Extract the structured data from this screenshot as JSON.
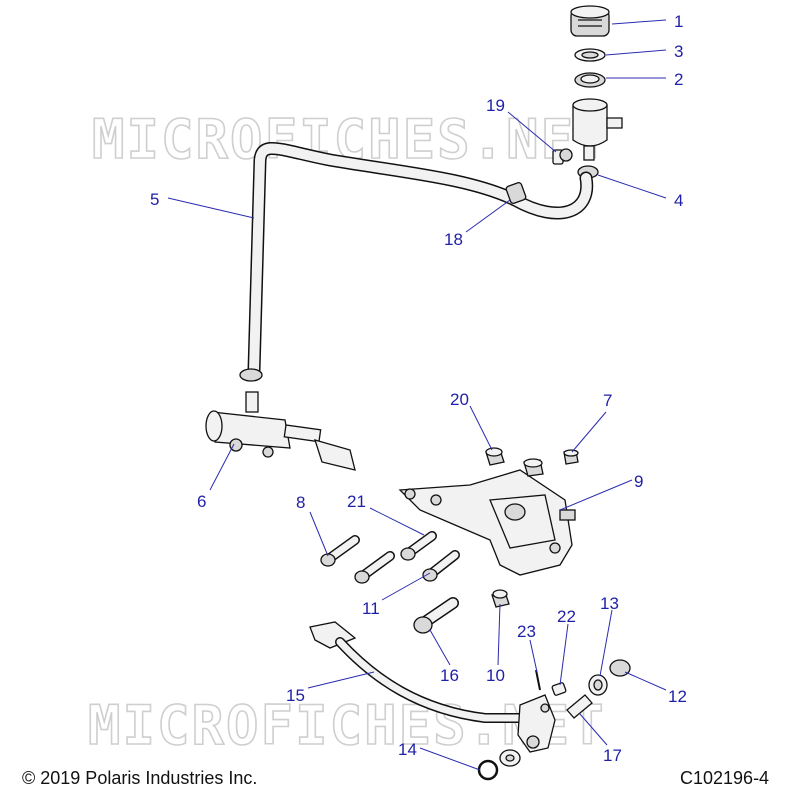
{
  "watermark": "MICROFICHES.NET",
  "copyright": "© 2019 Polaris Industries Inc.",
  "diagram_code": "C102196-4",
  "callouts": [
    "1",
    "2",
    "3",
    "4",
    "5",
    "6",
    "7",
    "8",
    "9",
    "10",
    "11",
    "12",
    "13",
    "14",
    "15",
    "16",
    "17",
    "18",
    "19",
    "20",
    "21",
    "22",
    "23"
  ],
  "colors": {
    "callout": "#1f1fa8",
    "leader": "#2b2bb0",
    "watermark": "#cfcfcf"
  }
}
